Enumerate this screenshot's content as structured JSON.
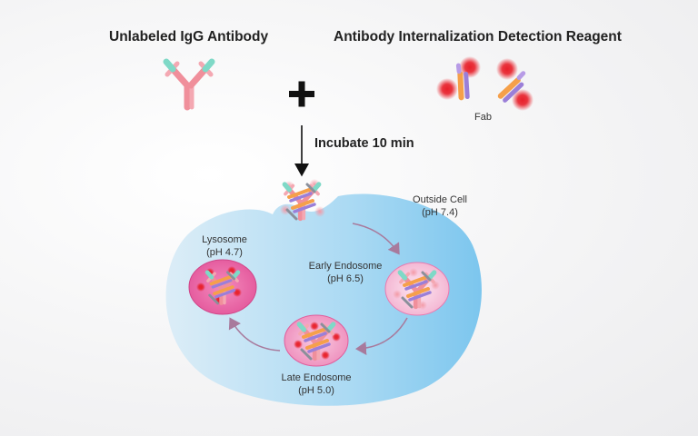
{
  "titles": {
    "left": "Unlabeled IgG Antibody",
    "right": "Antibody Internalization Detection Reagent"
  },
  "plus_sign": "+",
  "fab_label": "Fab",
  "step_label": "Incubate 10 min",
  "locations": {
    "outside": {
      "name": "Outside Cell",
      "ph": "(pH 7.4)"
    },
    "early": {
      "name": "Early Endosome",
      "ph": "(pH 6.5)"
    },
    "late": {
      "name": "Late Endosome",
      "ph": "(pH 5.0)"
    },
    "lysosome": {
      "name": "Lysosome",
      "ph": "(pH 4.7)"
    }
  },
  "colors": {
    "antibody_pink": "#f08f9b",
    "antibody_teal": "#7fd9c7",
    "fab_orange": "#f5a04a",
    "fab_purple": "#9b7fd8",
    "dye_red": "#e8202a",
    "cell_blue": "#8fcdee",
    "endosome_pink": "#f6b8d6",
    "lysosome_pink": "#ea63a6",
    "arrow_mauve": "#a87a9c"
  }
}
